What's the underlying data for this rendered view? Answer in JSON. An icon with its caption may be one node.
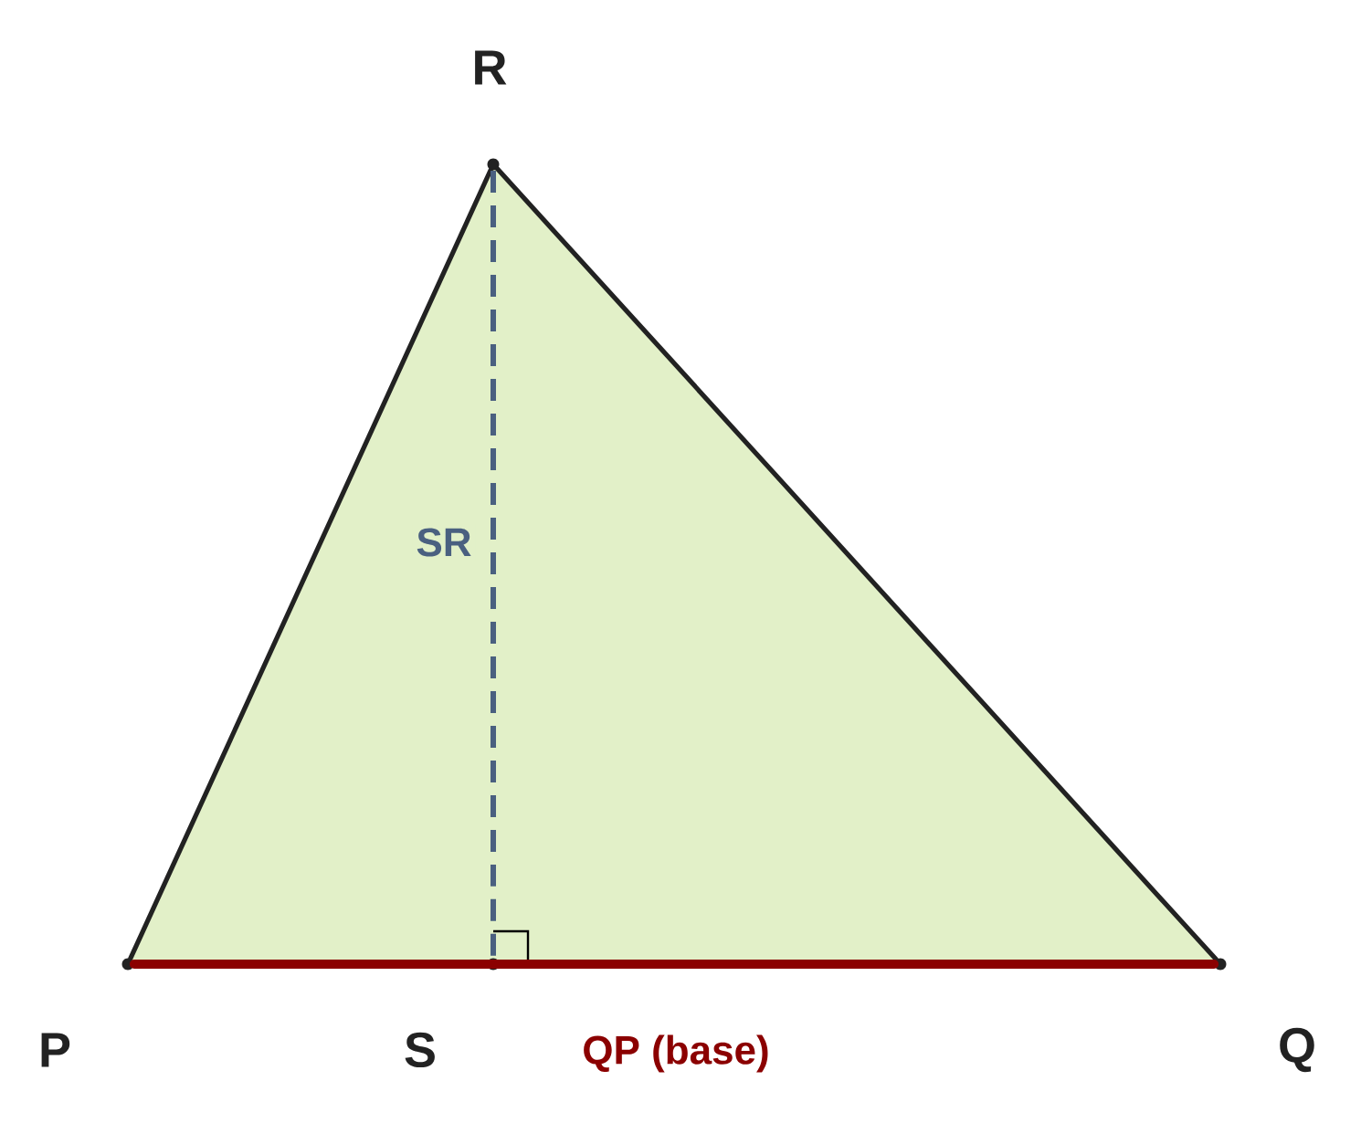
{
  "diagram": {
    "nodes": [
      {
        "text": [],
        "shape": "point",
        "beside": [
          "R"
        ]
      },
      {
        "text": [],
        "shape": "point",
        "beside": [
          "P"
        ]
      },
      {
        "text": [],
        "shape": "point",
        "beside": [
          "S"
        ]
      },
      {
        "text": [],
        "shape": "point",
        "beside": [
          "Q"
        ]
      }
    ],
    "edges": [
      {
        "from": 1,
        "to": 0,
        "arrow": "none"
      },
      {
        "from": 0,
        "to": 3,
        "arrow": "none"
      },
      {
        "from": 3,
        "to": 1,
        "arrow": "none",
        "style": "thick",
        "color": "#8b0000",
        "label": "QP (base)"
      },
      {
        "from": 0,
        "to": 2,
        "arrow": "none",
        "style": "dashed",
        "color": "#4a6080",
        "label": "SR"
      }
    ]
  }
}
